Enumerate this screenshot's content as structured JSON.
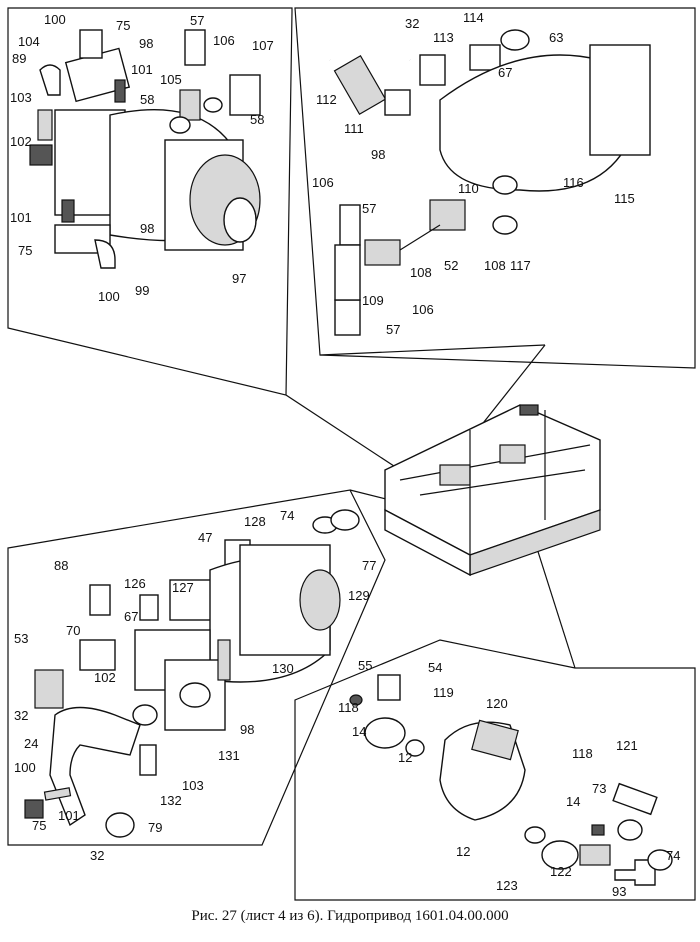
{
  "caption": "Рис. 27 (лист 4 из 6). Гидропривод 1601.04.00.000",
  "callouts": {
    "top_left": [
      "100",
      "75",
      "104",
      "98",
      "57",
      "106",
      "107",
      "89",
      "101",
      "105",
      "103",
      "58",
      "58",
      "102",
      "101",
      "98",
      "75",
      "100",
      "99",
      "97"
    ],
    "top_right": [
      "32",
      "113",
      "114",
      "63",
      "67",
      "112",
      "111",
      "98",
      "115",
      "106",
      "57",
      "110",
      "116",
      "52",
      "108",
      "108",
      "117",
      "109",
      "106",
      "57"
    ],
    "bottom_left": [
      "128",
      "74",
      "47",
      "77",
      "88",
      "126",
      "127",
      "129",
      "67",
      "70",
      "53",
      "102",
      "130",
      "98",
      "32",
      "24",
      "131",
      "100",
      "103",
      "132",
      "75",
      "101",
      "79",
      "32"
    ],
    "bottom_right": [
      "55",
      "54",
      "118",
      "119",
      "120",
      "14",
      "12",
      "121",
      "118",
      "73",
      "14",
      "12",
      "74",
      "123",
      "122",
      "93"
    ]
  }
}
